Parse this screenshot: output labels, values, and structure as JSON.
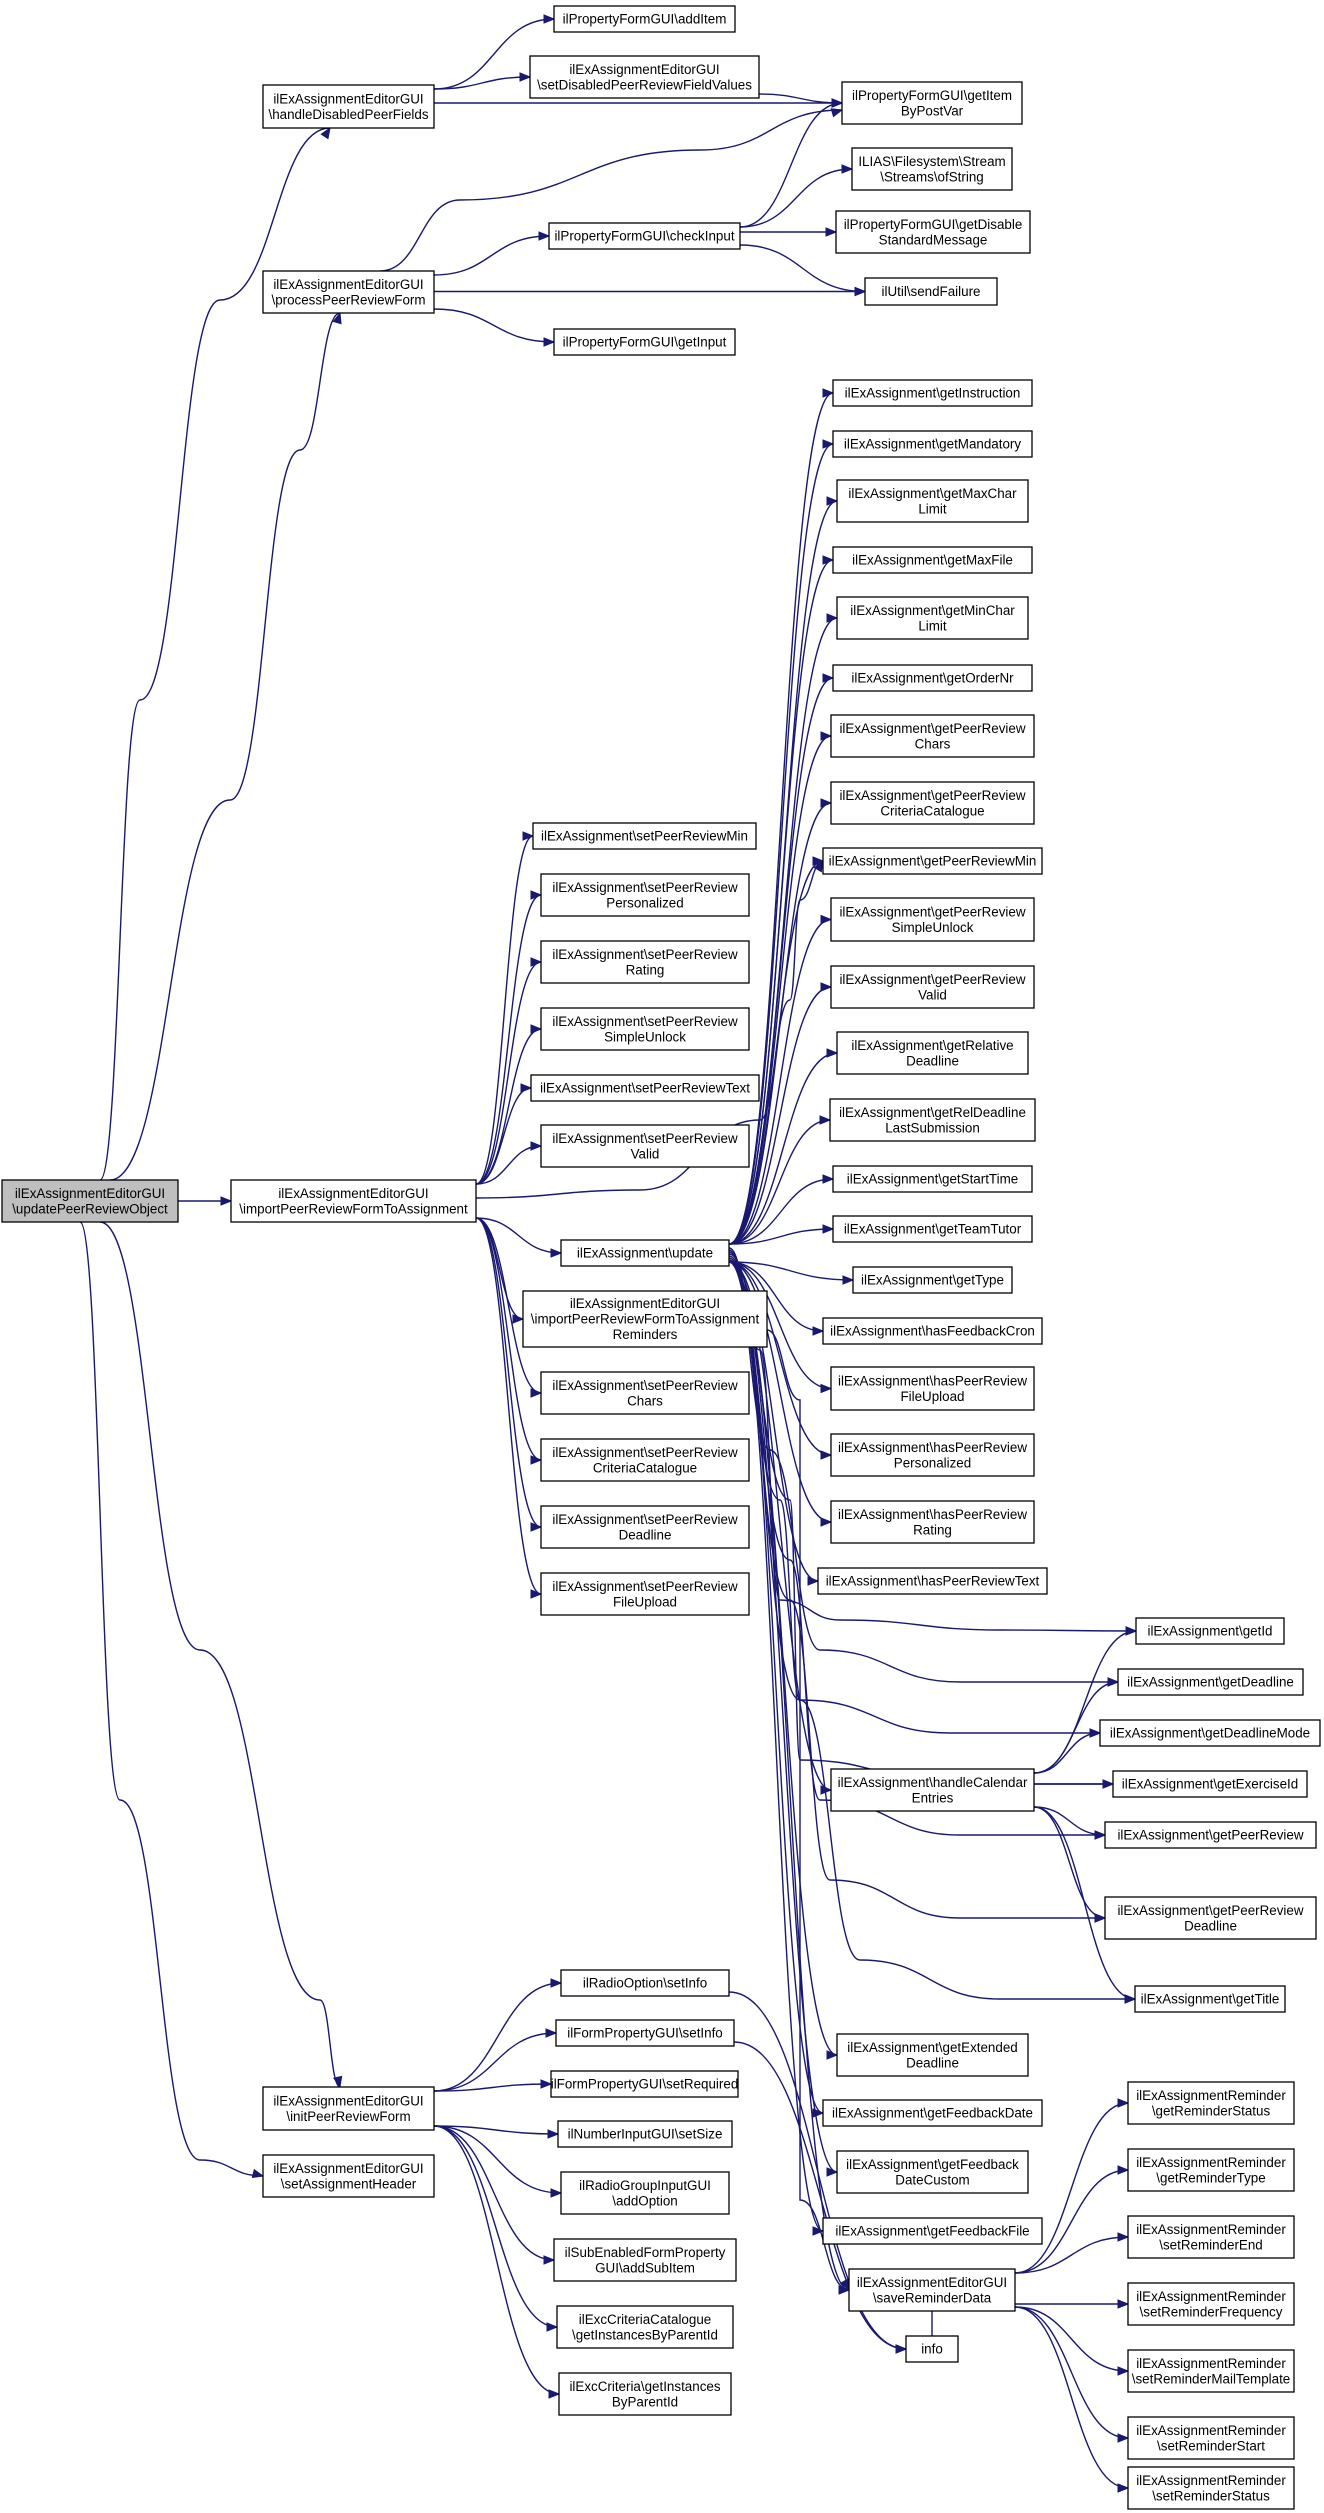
{
  "diagram": {
    "kind": "doxygen-call-graph",
    "colors": {
      "edge": "#191970",
      "node_border": "#000000",
      "node_fill": "#ffffff",
      "root_fill": "#bfbfbf"
    },
    "nodes": [
      {
        "id": "root",
        "lines": [
          "ilExAssignmentEditorGUI",
          "\\updatePeerReviewObject"
        ]
      },
      {
        "id": "hdpf",
        "lines": [
          "ilExAssignmentEditorGUI",
          "\\handleDisabledPeerFields"
        ]
      },
      {
        "id": "pprf",
        "lines": [
          "ilExAssignmentEditorGUI",
          "\\processPeerReviewForm"
        ]
      },
      {
        "id": "iprfta",
        "lines": [
          "ilExAssignmentEditorGUI",
          "\\importPeerReviewFormToAssignment"
        ]
      },
      {
        "id": "iprf",
        "lines": [
          "ilExAssignmentEditorGUI",
          "\\initPeerReviewForm"
        ]
      },
      {
        "id": "sah",
        "lines": [
          "ilExAssignmentEditorGUI",
          "\\setAssignmentHeader"
        ]
      },
      {
        "id": "pf_additem",
        "lines": [
          "ilPropertyFormGUI\\addItem"
        ]
      },
      {
        "id": "sdprfv",
        "lines": [
          "ilExAssignmentEditorGUI",
          "\\setDisabledPeerReviewFieldValues"
        ]
      },
      {
        "id": "pf_getitem",
        "lines": [
          "ilPropertyFormGUI\\getItem",
          "ByPostVar"
        ]
      },
      {
        "id": "streams",
        "lines": [
          "ILIAS\\Filesystem\\Stream",
          "\\Streams\\ofString"
        ]
      },
      {
        "id": "pf_checkinput",
        "lines": [
          "ilPropertyFormGUI\\checkInput"
        ]
      },
      {
        "id": "pf_getdisable",
        "lines": [
          "ilPropertyFormGUI\\getDisable",
          "StandardMessage"
        ]
      },
      {
        "id": "sendfailure",
        "lines": [
          "ilUtil\\sendFailure"
        ]
      },
      {
        "id": "pf_getinput",
        "lines": [
          "ilPropertyFormGUI\\getInput"
        ]
      },
      {
        "id": "g_instruction",
        "lines": [
          "ilExAssignment\\getInstruction"
        ]
      },
      {
        "id": "g_mandatory",
        "lines": [
          "ilExAssignment\\getMandatory"
        ]
      },
      {
        "id": "g_maxchar",
        "lines": [
          "ilExAssignment\\getMaxChar",
          "Limit"
        ]
      },
      {
        "id": "g_maxfile",
        "lines": [
          "ilExAssignment\\getMaxFile"
        ]
      },
      {
        "id": "g_minchar",
        "lines": [
          "ilExAssignment\\getMinChar",
          "Limit"
        ]
      },
      {
        "id": "g_ordernr",
        "lines": [
          "ilExAssignment\\getOrderNr"
        ]
      },
      {
        "id": "g_prchars",
        "lines": [
          "ilExAssignment\\getPeerReview",
          "Chars"
        ]
      },
      {
        "id": "g_prcrit",
        "lines": [
          "ilExAssignment\\getPeerReview",
          "CriteriaCatalogue"
        ]
      },
      {
        "id": "g_prmin",
        "lines": [
          "ilExAssignment\\getPeerReviewMin"
        ]
      },
      {
        "id": "g_prsimple",
        "lines": [
          "ilExAssignment\\getPeerReview",
          "SimpleUnlock"
        ]
      },
      {
        "id": "g_prvalid",
        "lines": [
          "ilExAssignment\\getPeerReview",
          "Valid"
        ]
      },
      {
        "id": "g_reldl",
        "lines": [
          "ilExAssignment\\getRelative",
          "Deadline"
        ]
      },
      {
        "id": "g_reldllast",
        "lines": [
          "ilExAssignment\\getRelDeadline",
          "LastSubmission"
        ]
      },
      {
        "id": "g_starttime",
        "lines": [
          "ilExAssignment\\getStartTime"
        ]
      },
      {
        "id": "g_teamtutor",
        "lines": [
          "ilExAssignment\\getTeamTutor"
        ]
      },
      {
        "id": "g_type",
        "lines": [
          "ilExAssignment\\getType"
        ]
      },
      {
        "id": "h_fbcron",
        "lines": [
          "ilExAssignment\\hasFeedbackCron"
        ]
      },
      {
        "id": "h_prfile",
        "lines": [
          "ilExAssignment\\hasPeerReview",
          "FileUpload"
        ]
      },
      {
        "id": "h_prpers",
        "lines": [
          "ilExAssignment\\hasPeerReview",
          "Personalized"
        ]
      },
      {
        "id": "h_prrating",
        "lines": [
          "ilExAssignment\\hasPeerReview",
          "Rating"
        ]
      },
      {
        "id": "h_prtext",
        "lines": [
          "ilExAssignment\\hasPeerReviewText"
        ]
      },
      {
        "id": "s_prmin",
        "lines": [
          "ilExAssignment\\setPeerReviewMin"
        ]
      },
      {
        "id": "s_prpers",
        "lines": [
          "ilExAssignment\\setPeerReview",
          "Personalized"
        ]
      },
      {
        "id": "s_prrating",
        "lines": [
          "ilExAssignment\\setPeerReview",
          "Rating"
        ]
      },
      {
        "id": "s_prsimple",
        "lines": [
          "ilExAssignment\\setPeerReview",
          "SimpleUnlock"
        ]
      },
      {
        "id": "s_prtext",
        "lines": [
          "ilExAssignment\\setPeerReviewText"
        ]
      },
      {
        "id": "s_prvalid",
        "lines": [
          "ilExAssignment\\setPeerReview",
          "Valid"
        ]
      },
      {
        "id": "update",
        "lines": [
          "ilExAssignment\\update"
        ]
      },
      {
        "id": "iprftar",
        "lines": [
          "ilExAssignmentEditorGUI",
          "\\importPeerReviewFormToAssignment",
          "Reminders"
        ]
      },
      {
        "id": "s_prchars",
        "lines": [
          "ilExAssignment\\setPeerReview",
          "Chars"
        ]
      },
      {
        "id": "s_prcrit",
        "lines": [
          "ilExAssignment\\setPeerReview",
          "CriteriaCatalogue"
        ]
      },
      {
        "id": "s_prdl",
        "lines": [
          "ilExAssignment\\setPeerReview",
          "Deadline"
        ]
      },
      {
        "id": "s_prfile",
        "lines": [
          "ilExAssignment\\setPeerReview",
          "FileUpload"
        ]
      },
      {
        "id": "g_id",
        "lines": [
          "ilExAssignment\\getId"
        ]
      },
      {
        "id": "g_deadline",
        "lines": [
          "ilExAssignment\\getDeadline"
        ]
      },
      {
        "id": "g_dlmode",
        "lines": [
          "ilExAssignment\\getDeadlineMode"
        ]
      },
      {
        "id": "hce",
        "lines": [
          "ilExAssignment\\handleCalendar",
          "Entries"
        ]
      },
      {
        "id": "g_exid",
        "lines": [
          "ilExAssignment\\getExerciseId"
        ]
      },
      {
        "id": "g_pr",
        "lines": [
          "ilExAssignment\\getPeerReview"
        ]
      },
      {
        "id": "g_prdl",
        "lines": [
          "ilExAssignment\\getPeerReview",
          "Deadline"
        ]
      },
      {
        "id": "g_title",
        "lines": [
          "ilExAssignment\\getTitle"
        ]
      },
      {
        "id": "g_extdl",
        "lines": [
          "ilExAssignment\\getExtended",
          "Deadline"
        ]
      },
      {
        "id": "g_fbdate",
        "lines": [
          "ilExAssignment\\getFeedbackDate"
        ]
      },
      {
        "id": "g_fbdatec",
        "lines": [
          "ilExAssignment\\getFeedback",
          "DateCustom"
        ]
      },
      {
        "id": "g_fbfile",
        "lines": [
          "ilExAssignment\\getFeedbackFile"
        ]
      },
      {
        "id": "srd",
        "lines": [
          "ilExAssignmentEditorGUI",
          "\\saveReminderData"
        ]
      },
      {
        "id": "info",
        "lines": [
          "info"
        ]
      },
      {
        "id": "ro_setinfo",
        "lines": [
          "ilRadioOption\\setInfo"
        ]
      },
      {
        "id": "fp_setinfo",
        "lines": [
          "ilFormPropertyGUI\\setInfo"
        ]
      },
      {
        "id": "fp_setreq",
        "lines": [
          "ilFormPropertyGUI\\setRequired"
        ]
      },
      {
        "id": "ni_setsize",
        "lines": [
          "ilNumberInputGUI\\setSize"
        ]
      },
      {
        "id": "rg_addopt",
        "lines": [
          "ilRadioGroupInputGUI",
          "\\addOption"
        ]
      },
      {
        "id": "sef_addsub",
        "lines": [
          "ilSubEnabledFormProperty",
          "GUI\\addSubItem"
        ]
      },
      {
        "id": "ecc_get",
        "lines": [
          "ilExcCriteriaCatalogue",
          "\\getInstancesByParentId"
        ]
      },
      {
        "id": "ec_get",
        "lines": [
          "ilExcCriteria\\getInstances",
          "ByParentId"
        ]
      },
      {
        "id": "r_getstatus",
        "lines": [
          "ilExAssignmentReminder",
          "\\getReminderStatus"
        ]
      },
      {
        "id": "r_gettype",
        "lines": [
          "ilExAssignmentReminder",
          "\\getReminderType"
        ]
      },
      {
        "id": "r_setend",
        "lines": [
          "ilExAssignmentReminder",
          "\\setReminderEnd"
        ]
      },
      {
        "id": "r_setfreq",
        "lines": [
          "ilExAssignmentReminder",
          "\\setReminderFrequency"
        ]
      },
      {
        "id": "r_setmail",
        "lines": [
          "ilExAssignmentReminder",
          "\\setReminderMailTemplate"
        ]
      },
      {
        "id": "r_setstart",
        "lines": [
          "ilExAssignmentReminder",
          "\\setReminderStart"
        ]
      },
      {
        "id": "r_setstatus",
        "lines": [
          "ilExAssignmentReminder",
          "\\setReminderStatus"
        ]
      }
    ],
    "edges": [
      [
        "root",
        "hdpf"
      ],
      [
        "root",
        "pprf"
      ],
      [
        "root",
        "iprfta"
      ],
      [
        "root",
        "iprf"
      ],
      [
        "root",
        "sah"
      ],
      [
        "hdpf",
        "pf_additem"
      ],
      [
        "hdpf",
        "sdprfv"
      ],
      [
        "hdpf",
        "pf_getitem"
      ],
      [
        "sdprfv",
        "pf_getitem"
      ],
      [
        "pprf",
        "pf_getitem"
      ],
      [
        "pprf",
        "pf_checkinput"
      ],
      [
        "pprf",
        "sendfailure"
      ],
      [
        "pprf",
        "pf_getinput"
      ],
      [
        "pf_checkinput",
        "pf_getitem"
      ],
      [
        "pf_checkinput",
        "streams"
      ],
      [
        "pf_checkinput",
        "pf_getdisable"
      ],
      [
        "pf_checkinput",
        "sendfailure"
      ],
      [
        "iprfta",
        "s_prmin"
      ],
      [
        "iprfta",
        "s_prpers"
      ],
      [
        "iprfta",
        "s_prrating"
      ],
      [
        "iprfta",
        "s_prsimple"
      ],
      [
        "iprfta",
        "s_prtext"
      ],
      [
        "iprfta",
        "s_prvalid"
      ],
      [
        "iprfta",
        "update"
      ],
      [
        "iprfta",
        "iprftar"
      ],
      [
        "iprfta",
        "s_prchars"
      ],
      [
        "iprfta",
        "s_prcrit"
      ],
      [
        "iprfta",
        "s_prdl"
      ],
      [
        "iprfta",
        "s_prfile"
      ],
      [
        "iprfta",
        "g_prmin"
      ],
      [
        "update",
        "g_instruction"
      ],
      [
        "update",
        "g_mandatory"
      ],
      [
        "update",
        "g_maxchar"
      ],
      [
        "update",
        "g_maxfile"
      ],
      [
        "update",
        "g_minchar"
      ],
      [
        "update",
        "g_ordernr"
      ],
      [
        "update",
        "g_prchars"
      ],
      [
        "update",
        "g_prcrit"
      ],
      [
        "update",
        "g_prmin"
      ],
      [
        "update",
        "g_prsimple"
      ],
      [
        "update",
        "g_prvalid"
      ],
      [
        "update",
        "g_reldl"
      ],
      [
        "update",
        "g_reldllast"
      ],
      [
        "update",
        "g_starttime"
      ],
      [
        "update",
        "g_teamtutor"
      ],
      [
        "update",
        "g_type"
      ],
      [
        "update",
        "h_fbcron"
      ],
      [
        "update",
        "h_prfile"
      ],
      [
        "update",
        "h_prpers"
      ],
      [
        "update",
        "h_prrating"
      ],
      [
        "update",
        "h_prtext"
      ],
      [
        "update",
        "g_id"
      ],
      [
        "update",
        "g_deadline"
      ],
      [
        "update",
        "g_dlmode"
      ],
      [
        "update",
        "hce"
      ],
      [
        "update",
        "g_exid"
      ],
      [
        "update",
        "g_pr"
      ],
      [
        "update",
        "g_prdl"
      ],
      [
        "update",
        "g_title"
      ],
      [
        "update",
        "g_extdl"
      ],
      [
        "update",
        "g_fbdate"
      ],
      [
        "update",
        "g_fbdatec"
      ],
      [
        "update",
        "g_fbfile"
      ],
      [
        "update",
        "srd"
      ],
      [
        "hce",
        "g_id"
      ],
      [
        "hce",
        "g_deadline"
      ],
      [
        "hce",
        "g_dlmode"
      ],
      [
        "hce",
        "g_exid"
      ],
      [
        "hce",
        "g_pr"
      ],
      [
        "hce",
        "g_prdl"
      ],
      [
        "hce",
        "g_title"
      ],
      [
        "iprftar",
        "srd"
      ],
      [
        "srd",
        "r_getstatus"
      ],
      [
        "srd",
        "r_gettype"
      ],
      [
        "srd",
        "r_setend"
      ],
      [
        "srd",
        "r_setfreq"
      ],
      [
        "srd",
        "r_setmail"
      ],
      [
        "srd",
        "r_setstart"
      ],
      [
        "srd",
        "r_setstatus"
      ],
      [
        "srd",
        "info"
      ],
      [
        "iprf",
        "ro_setinfo"
      ],
      [
        "iprf",
        "fp_setinfo"
      ],
      [
        "iprf",
        "fp_setreq"
      ],
      [
        "iprf",
        "ni_setsize"
      ],
      [
        "iprf",
        "rg_addopt"
      ],
      [
        "iprf",
        "sef_addsub"
      ],
      [
        "iprf",
        "ecc_get"
      ],
      [
        "iprf",
        "ec_get"
      ],
      [
        "ro_setinfo",
        "info"
      ],
      [
        "fp_setinfo",
        "info"
      ]
    ]
  }
}
